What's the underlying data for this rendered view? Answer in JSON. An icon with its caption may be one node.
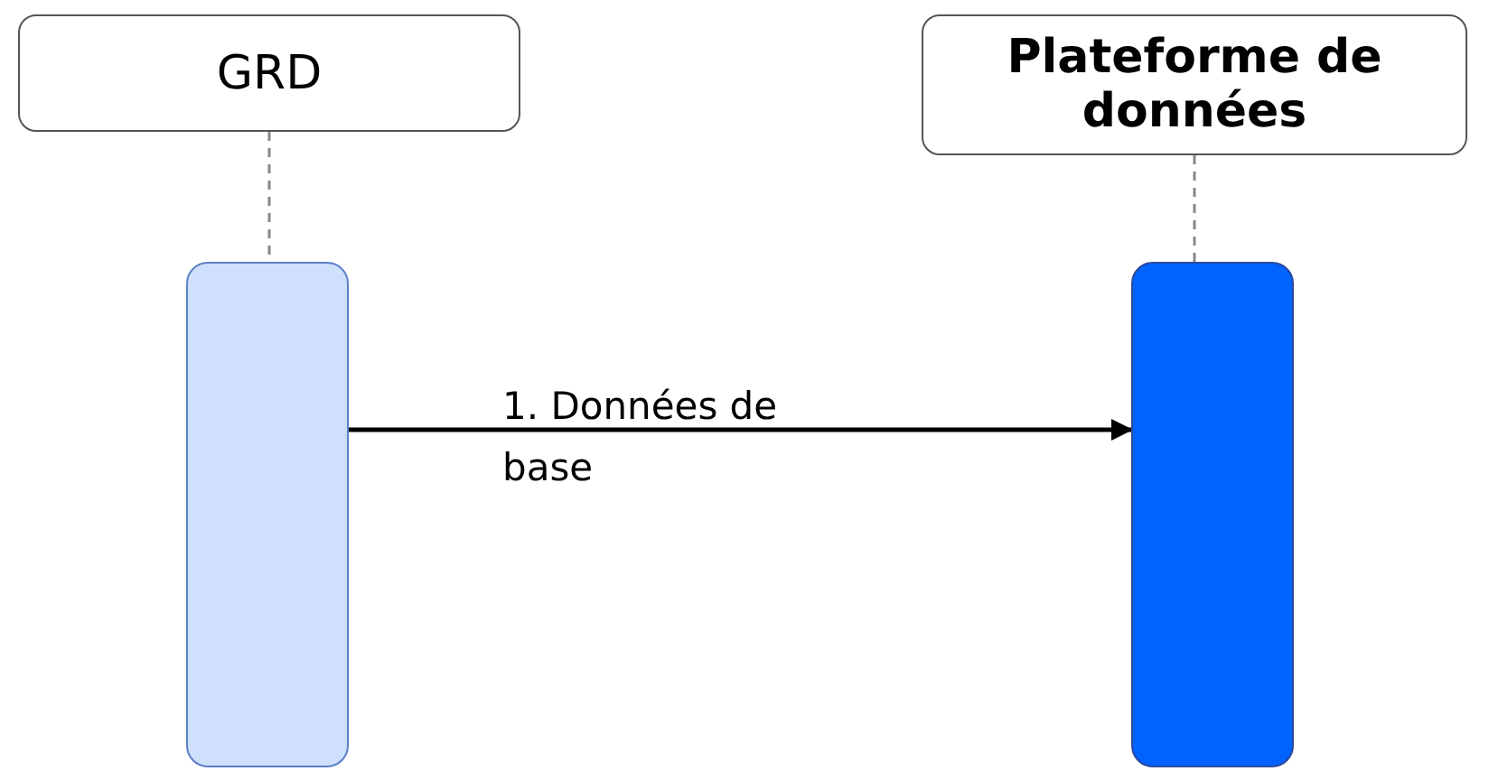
{
  "diagram": {
    "nodes": [
      {
        "text": [
          "GRD"
        ]
      },
      {
        "text": [
          "Plateforme de données"
        ]
      },
      {
        "text": [],
        "shape": "bar"
      },
      {
        "text": [],
        "shape": "bar"
      }
    ],
    "edges": [
      {
        "from": 0,
        "to": 2,
        "arrow": "none",
        "style": "dashed",
        "color": "#888888"
      },
      {
        "from": 1,
        "to": 3,
        "arrow": "none",
        "style": "dashed",
        "color": "#888888"
      },
      {
        "from": 2,
        "to": 3,
        "arrow": "to",
        "label": "1. Données de base",
        "color": "#000000"
      }
    ]
  }
}
